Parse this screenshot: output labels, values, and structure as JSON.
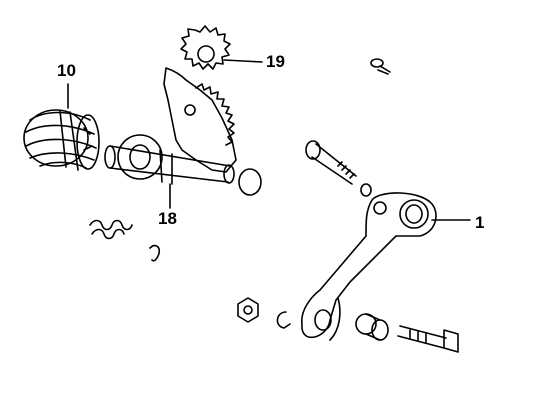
{
  "diagram": {
    "callouts": [
      {
        "id": "10",
        "label": "10",
        "part": "kickstart-spring"
      },
      {
        "id": "19",
        "label": "19",
        "part": "ratchet-gear"
      },
      {
        "id": "18",
        "label": "18",
        "part": "kickstart-shaft"
      },
      {
        "id": "1",
        "label": "1",
        "part": "kickstart-lever"
      }
    ],
    "colors": {
      "ink": "#000000",
      "paper": "#ffffff"
    }
  }
}
